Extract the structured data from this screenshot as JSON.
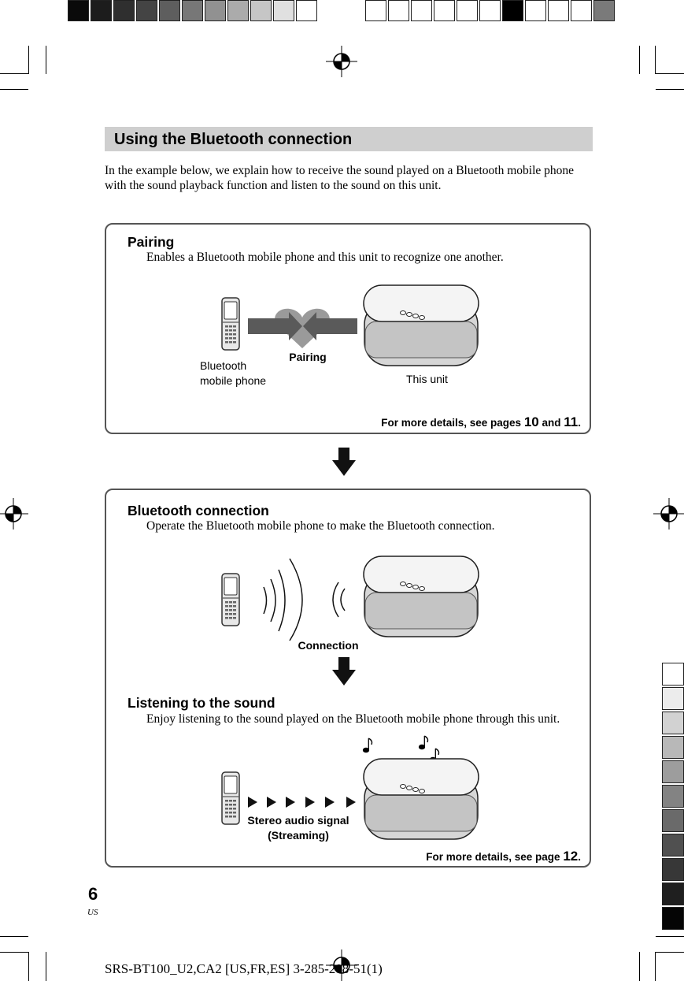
{
  "calibration": {
    "left_swatches": [
      "#0a0a0a",
      "#1c1c1c",
      "#2f2f2f",
      "#444444",
      "#5e5e5e",
      "#777777",
      "#919191",
      "#ababab",
      "#c6c6c6",
      "#e0e0e0",
      "#ffffff"
    ],
    "right_swatches": [
      "#ffffff",
      "#ffffff",
      "#ffffff",
      "#ffffff",
      "#ffffff",
      "#ffffff",
      "#000000",
      "#ffffff",
      "#ffffff",
      "#ffffff",
      "#7a7a7a"
    ]
  },
  "section_title": "Using the Bluetooth connection",
  "intro": "In the example below, we explain how to receive the sound played on a Bluetooth mobile phone with the sound playback function and listen to the sound on this unit.",
  "pairing": {
    "heading": "Pairing",
    "description": "Enables a Bluetooth mobile phone and this unit to recognize one another.",
    "phone_label_1": "Bluetooth",
    "phone_label_2": "mobile phone",
    "heart_label": "Pairing",
    "unit_label": "This unit",
    "ref_prefix": "For more details, see pages ",
    "ref_page_1": "10",
    "ref_and": " and ",
    "ref_page_2": "11",
    "ref_suffix": "."
  },
  "connection": {
    "heading": "Bluetooth connection",
    "description": "Operate the Bluetooth mobile phone to make the Bluetooth connection.",
    "wave_label": "Connection"
  },
  "listening": {
    "heading": "Listening to the sound",
    "description": "Enjoy listening to the sound played on the Bluetooth mobile phone through this unit.",
    "signal_label_1": "Stereo audio signal",
    "signal_label_2": "(Streaming)",
    "ref_prefix": "For more details, see page ",
    "ref_page": "12",
    "ref_suffix": "."
  },
  "sidebar_tabs": [
    "#ffffff",
    "#ececec",
    "#d2d2d2",
    "#b8b8b8",
    "#9d9d9d",
    "#838383",
    "#6a6a6a",
    "#505050",
    "#373737",
    "#1f1f1f",
    "#050505"
  ],
  "page_number": "6",
  "page_region": "US",
  "footer": "SRS-BT100_U2,CA2 [US,FR,ES] 3-285-288-51(1)"
}
